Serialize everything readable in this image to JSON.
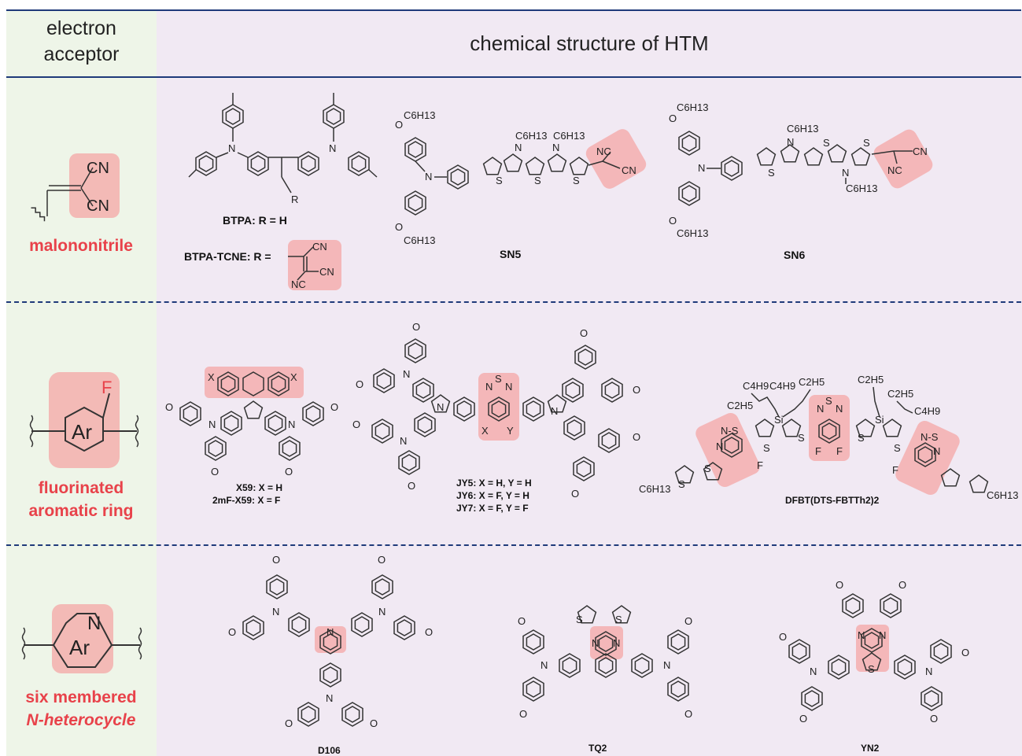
{
  "header": {
    "acceptor_line1": "electron",
    "acceptor_line2": "acceptor",
    "htm_title": "chemical structure of HTM"
  },
  "rows": [
    {
      "acceptor": "malononitrile",
      "fragment_atoms": [
        "CN",
        "CN"
      ],
      "compounds": [
        {
          "name_a": "BTPA: R = H",
          "name_b": "BTPA-TCNE: R =",
          "atoms": [
            "R",
            "CN",
            "CN",
            "NC",
            "N",
            "N"
          ]
        },
        {
          "name": "SN5",
          "atoms": [
            "O",
            "C6H13",
            "O",
            "C6H13",
            "N",
            "C6H13",
            "C6H13",
            "N",
            "N",
            "NC",
            "CN",
            "S",
            "S",
            "S"
          ]
        },
        {
          "name": "SN6",
          "atoms": [
            "O",
            "C6H13",
            "O",
            "C6H13",
            "N",
            "C6H13",
            "N",
            "S",
            "S",
            "S",
            "N",
            "C6H13",
            "CN",
            "NC"
          ]
        }
      ]
    },
    {
      "acceptor_line1": "fluorinated",
      "acceptor_line2": "aromatic ring",
      "fragment_atoms": [
        "F",
        "Ar"
      ],
      "compounds": [
        {
          "name_a": "X59: X = H",
          "name_b": "2mF-X59: X = F",
          "atoms": [
            "X",
            "X",
            "N",
            "N",
            "O",
            "O",
            "O",
            "O"
          ]
        },
        {
          "name_a": "JY5: X = H, Y = H",
          "name_b": "JY6: X = F, Y = H",
          "name_c": "JY7: X = F, Y = F",
          "atoms": [
            "N",
            "N",
            "N",
            "N",
            "N",
            "S",
            "N",
            "X",
            "Y",
            "O",
            "O",
            "O",
            "O",
            "O",
            "O",
            "O",
            "O"
          ]
        },
        {
          "name": "DFBT(DTS-FBTTh2)2",
          "atoms": [
            "C4H9",
            "C4H9",
            "C2H5",
            "C2H5",
            "C2H5",
            "C2H5",
            "C4H9",
            "Si",
            "Si",
            "N-S",
            "N",
            "F",
            "F",
            "F",
            "F",
            "S",
            "S",
            "S",
            "S",
            "S",
            "S",
            "C6H13",
            "C6H13",
            "N",
            "S",
            "N",
            "N-S",
            "N"
          ]
        }
      ]
    },
    {
      "acceptor_line1": "six membered",
      "acceptor_line2": "N-heterocycle",
      "fragment_atoms": [
        "N",
        "Ar"
      ],
      "compounds": [
        {
          "name": "D106",
          "atoms": [
            "O",
            "O",
            "O",
            "O",
            "O",
            "O",
            "N",
            "N",
            "N",
            "N"
          ]
        },
        {
          "name": "TQ2",
          "atoms": [
            "S",
            "S",
            "N",
            "N",
            "N",
            "N",
            "O",
            "O",
            "O",
            "O"
          ]
        },
        {
          "name": "YN2",
          "atoms": [
            "O",
            "O",
            "N",
            "N",
            "S",
            "N",
            "N",
            "O",
            "O",
            "O",
            "O"
          ]
        }
      ]
    }
  ],
  "colors": {
    "accent": "#e8424a",
    "highlight": "#f4a5a5",
    "rule": "#1f3a7a",
    "left_bg": "#eef5e8",
    "right_bg": "#f1e9f3"
  }
}
